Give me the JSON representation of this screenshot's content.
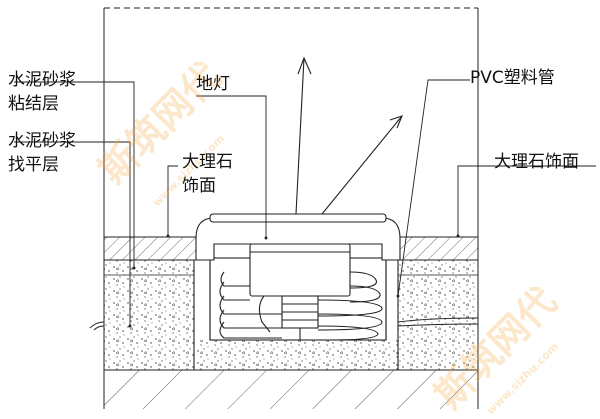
{
  "labels": {
    "cement_mortar_bond_layer": [
      "水泥砂浆",
      "粘结层"
    ],
    "cement_mortar_leveling_layer": [
      "水泥砂浆",
      "找平层"
    ],
    "floor_lamp": "地灯",
    "pvc_pipe": "PVC塑料管",
    "marble_finish_left": [
      "大理石",
      "饰面"
    ],
    "marble_finish_right": "大理石饰面"
  },
  "watermark": {
    "text": "斯筑网代",
    "url": "www.sizhu.com"
  },
  "colors": {
    "line": "#222222",
    "watermark": "#f3aa46"
  }
}
